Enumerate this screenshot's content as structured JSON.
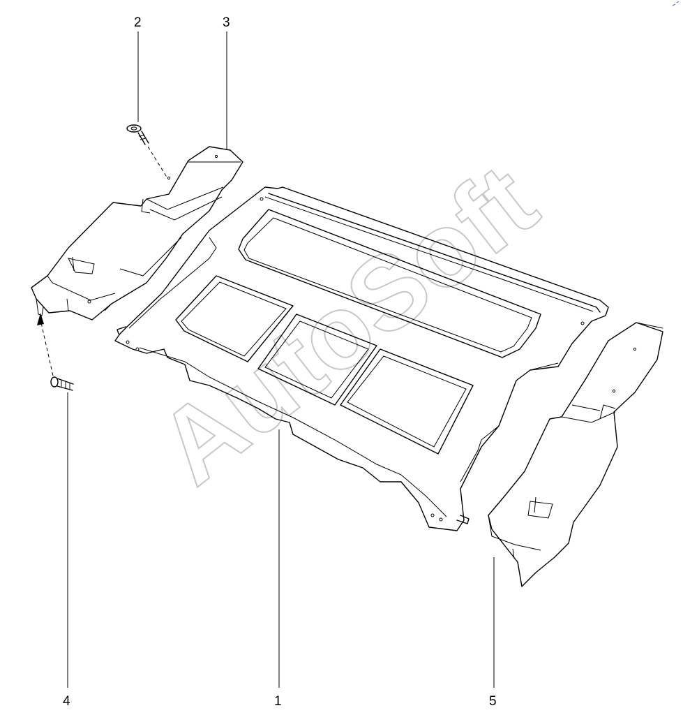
{
  "callouts": [
    {
      "id": "1",
      "label": "1"
    },
    {
      "id": "2",
      "label": "2"
    },
    {
      "id": "3",
      "label": "3"
    },
    {
      "id": "4",
      "label": "4"
    },
    {
      "id": "5",
      "label": "5"
    }
  ],
  "watermark": "AutoSoft"
}
